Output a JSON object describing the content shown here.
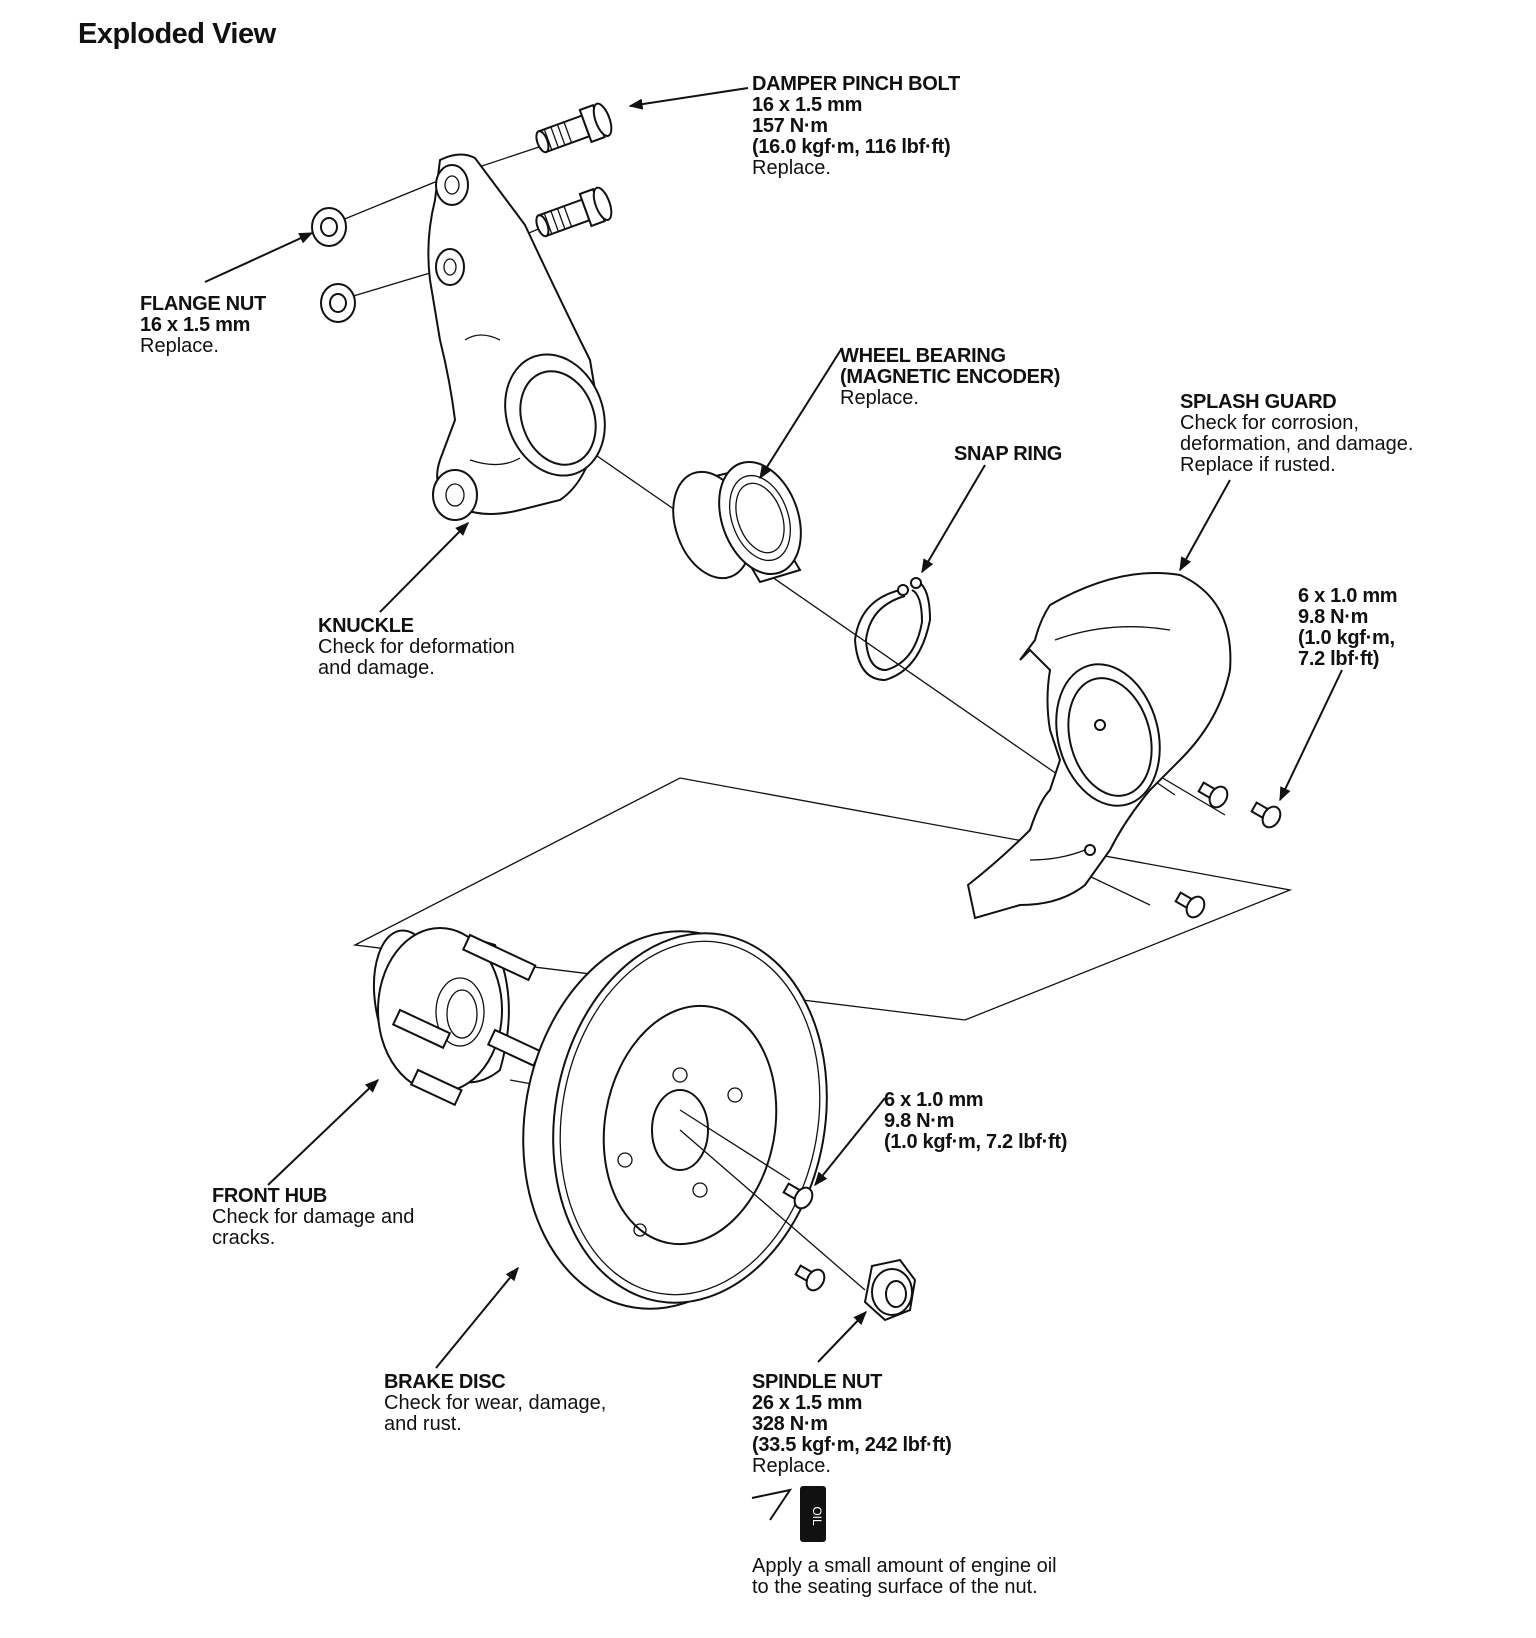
{
  "title": "Exploded View",
  "callouts": {
    "damper_pinch_bolt": {
      "name": "DAMPER PINCH BOLT",
      "lines": [
        "16 x 1.5 mm",
        "157 N·m",
        "(16.0 kgf·m, 116 lbf·ft)"
      ],
      "note": "Replace."
    },
    "flange_nut": {
      "name": "FLANGE NUT",
      "lines": [
        "16 x 1.5 mm"
      ],
      "note": "Replace."
    },
    "wheel_bearing": {
      "name": "WHEEL BEARING",
      "name2": "(MAGNETIC ENCODER)",
      "note": "Replace."
    },
    "splash_guard": {
      "name": "SPLASH GUARD",
      "notes": [
        "Check for corrosion,",
        "deformation, and damage.",
        "Replace if rusted."
      ]
    },
    "snap_ring": {
      "name": "SNAP RING"
    },
    "splash_guard_bolt": {
      "lines": [
        "6 x 1.0 mm",
        "9.8 N·m",
        "(1.0 kgf·m,",
        "7.2 lbf·ft)"
      ]
    },
    "knuckle": {
      "name": "KNUCKLE",
      "notes": [
        "Check for deformation",
        "and damage."
      ]
    },
    "disc_screw": {
      "lines": [
        "6 x 1.0 mm",
        "9.8 N·m",
        "(1.0 kgf·m, 7.2 lbf·ft)"
      ]
    },
    "front_hub": {
      "name": "FRONT HUB",
      "notes": [
        "Check for damage and",
        "cracks."
      ]
    },
    "brake_disc": {
      "name": "BRAKE DISC",
      "notes": [
        "Check for wear, damage,",
        "and rust."
      ]
    },
    "spindle_nut": {
      "name": "SPINDLE NUT",
      "lines": [
        "26 x 1.5 mm",
        "328 N·m",
        "(33.5 kgf·m, 242 lbf·ft)"
      ],
      "note": "Replace."
    }
  },
  "oil_note": {
    "icon_label": "OIL",
    "lines": [
      "Apply a small amount of engine oil",
      "to the seating surface of the nut."
    ]
  }
}
